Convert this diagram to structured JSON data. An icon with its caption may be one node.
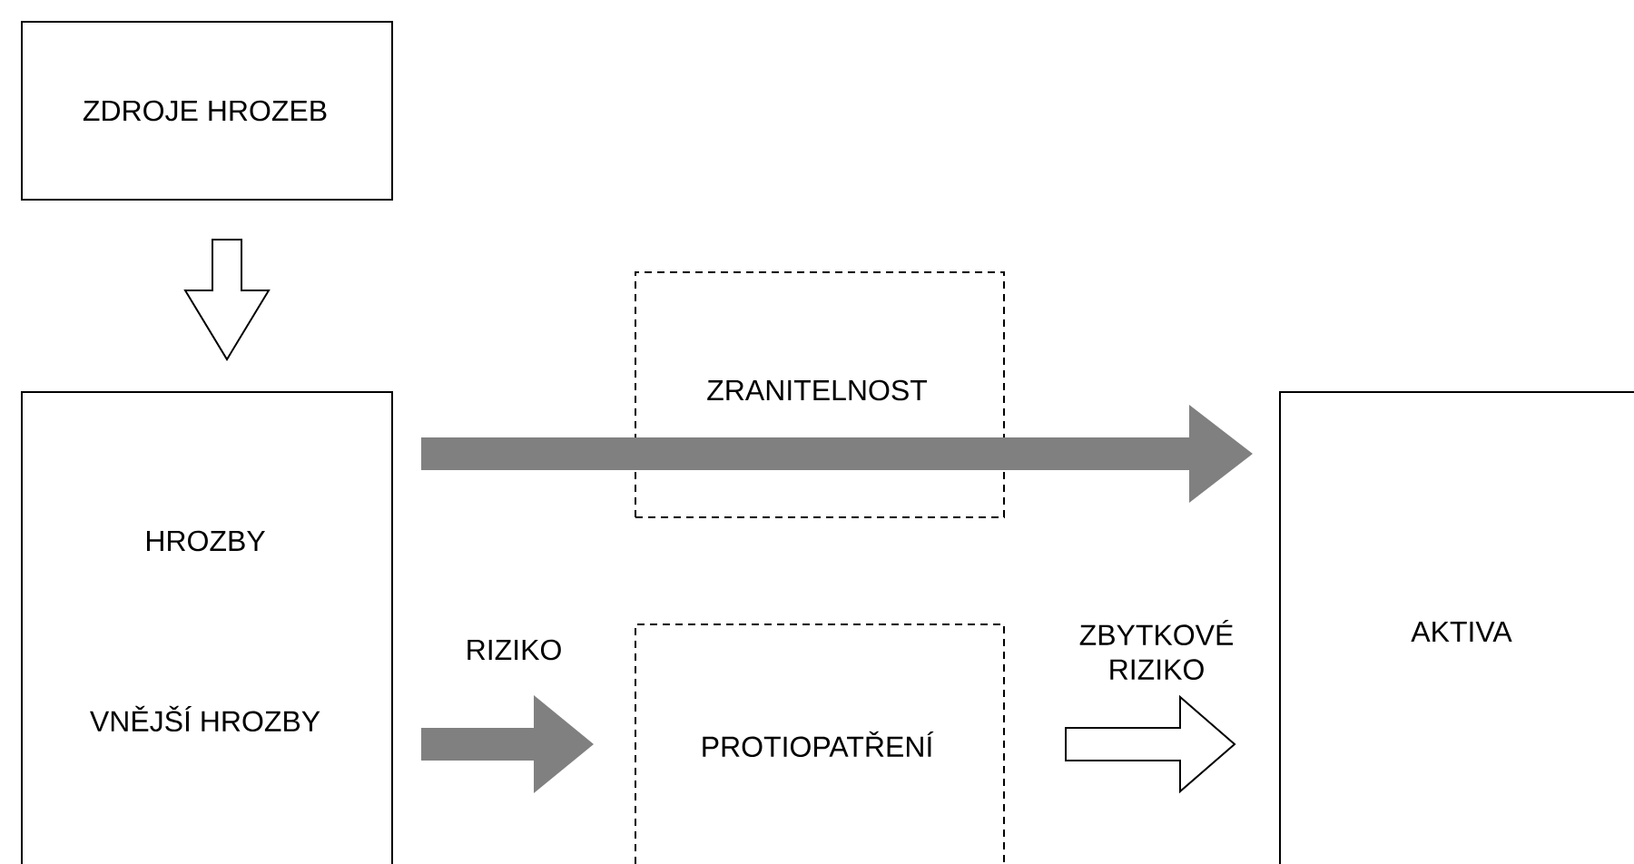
{
  "diagram": {
    "nodes": [
      {
        "text": [
          "ZDROJE HROZEB"
        ]
      },
      {
        "text": [
          "HROZBY",
          "VNĚJŠÍ HROZBY"
        ]
      },
      {
        "text": [
          "ZRANITELNOST"
        ]
      },
      {
        "text": [
          "PROTIOPATŘENÍ"
        ]
      },
      {
        "text": [
          "AKTIVA"
        ]
      }
    ],
    "edges": [
      {
        "from": 0,
        "to": 1,
        "arrow": "to"
      },
      {
        "from": 1,
        "to": 4,
        "arrow": "to",
        "color": "#808080"
      },
      {
        "from": 1,
        "to": 3,
        "arrow": "to",
        "color": "#808080",
        "label": "RIZIKO"
      },
      {
        "from": 3,
        "to": 4,
        "arrow": "to",
        "label": "ZBYTKOVÉ RIZIKO"
      }
    ]
  }
}
